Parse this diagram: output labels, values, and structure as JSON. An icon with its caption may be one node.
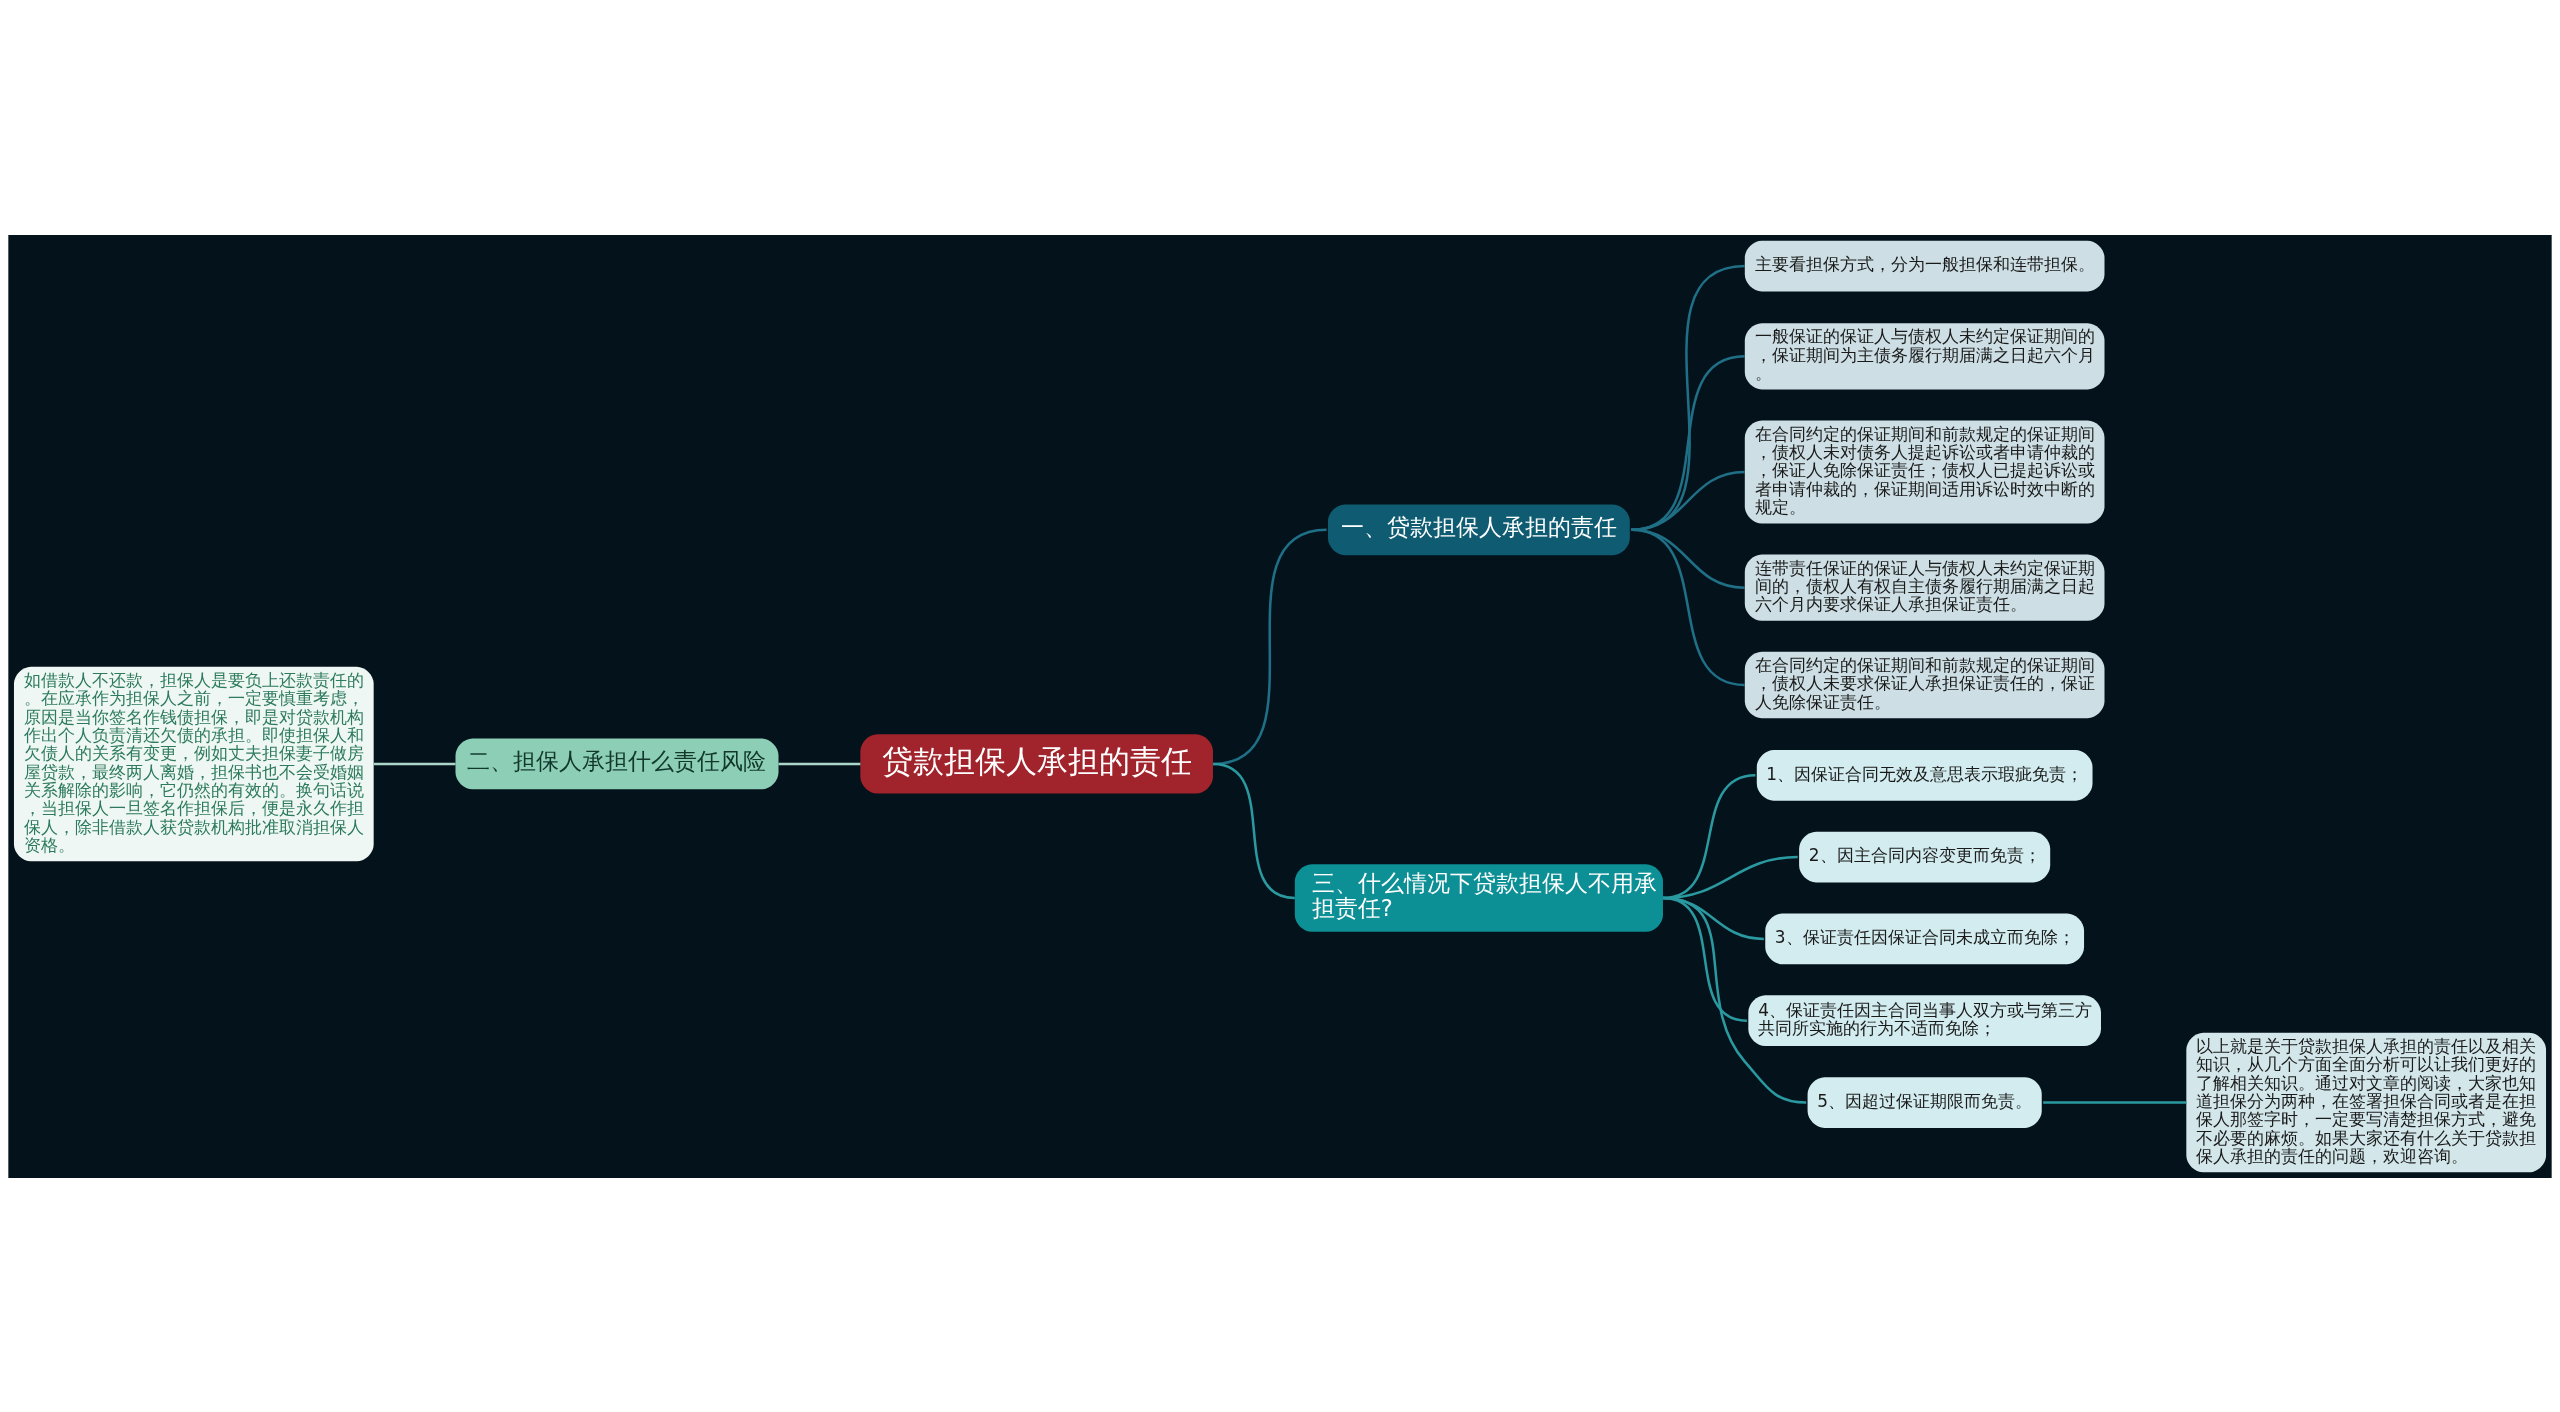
{
  "diagram": {
    "nodes": [
      {
        "text": [
          "贷款担保人承担的责任"
        ]
      },
      {
        "text": [
          "一、贷款担保人承担的责任"
        ]
      },
      {
        "text": [
          "主要看担保方式，分为一般担保和连带担保。"
        ]
      },
      {
        "text": [
          "一般保证的保证人与债权人未约定保证期间的，保证期间为主债务履行期届满之日起六个月。"
        ]
      },
      {
        "text": [
          "在合同约定的保证期间和前款规定的保证期间，债权人未对债务人提起诉讼或者申请仲裁的，保证人免除保证责任；债权人已提起诉讼或者申请仲裁的，保证期间适用诉讼时效中断的规定。"
        ]
      },
      {
        "text": [
          "连带责任保证的保证人与债权人未约定保证期间的，债权人有权自主债务履行期届满之日起六个月内要求保证人承担保证责任。"
        ]
      },
      {
        "text": [
          "在合同约定的保证期间和前款规定的保证期间，债权人未要求保证人承担保证责任的，保证人免除保证责任。"
        ]
      },
      {
        "text": [
          "二、担保人承担什么责任风险"
        ]
      },
      {
        "text": [
          "如借款人不还款，担保人是要负上还款责任的。在应承作为担保人之前，一定要慎重考虑，原因是当你签名作钱债担保，即是对贷款机构作出个人负责清还欠债的承担。即使担保人和欠债人的关系有变更，例如丈夫担保妻子做房屋贷款，最终两人离婚，担保书也不会受婚姻关系解除的影响，它仍然的有效的。换句话说，当担保人一旦签名作担保后，便是永久作担保人，除非借款人获贷款机构批准取消担保人资格。"
        ]
      },
      {
        "text": [
          "三、什么情况下贷款担保人不用承担责任?"
        ]
      },
      {
        "text": [
          "1、因保证合同无效及意思表示瑕疵免责；"
        ]
      },
      {
        "text": [
          "2、因主合同内容变更而免责；"
        ]
      },
      {
        "text": [
          "3、保证责任因保证合同未成立而免除；"
        ]
      },
      {
        "text": [
          "4、保证责任因主合同当事人双方或与第三方共同所实施的行为不适而免除；"
        ]
      },
      {
        "text": [
          "5、因超过保证期限而免责。"
        ]
      },
      {
        "text": [
          "以上就是关于贷款担保人承担的责任以及相关知识，从几个方面全面分析可以让我们更好的了解相关知识。通过对文章的阅读，大家也知道担保分为两种，在签署担保合同或者是在担保人那签字时，一定要写清楚担保方式，避免不必要的麻烦。如果大家还有什么关于贷款担保人承担的责任的问题，欢迎咨询。"
        ]
      }
    ],
    "edges": [
      {
        "from": 0,
        "to": 1,
        "arrow": "none",
        "color": "#1f6f86"
      },
      {
        "from": 1,
        "to": 2,
        "arrow": "none",
        "color": "#1f6f86"
      },
      {
        "from": 1,
        "to": 3,
        "arrow": "none",
        "color": "#1f6f86"
      },
      {
        "from": 1,
        "to": 4,
        "arrow": "none",
        "color": "#1f6f86"
      },
      {
        "from": 1,
        "to": 5,
        "arrow": "none",
        "color": "#1f6f86"
      },
      {
        "from": 1,
        "to": 6,
        "arrow": "none",
        "color": "#1f6f86"
      },
      {
        "from": 7,
        "to": 0,
        "arrow": "none",
        "color": "#a9d6c6"
      },
      {
        "from": 8,
        "to": 7,
        "arrow": "none",
        "color": "#a9d6c6"
      },
      {
        "from": 0,
        "to": 9,
        "arrow": "none"
      },
      {
        "from": 9,
        "to": 10,
        "arrow": "none"
      },
      {
        "from": 9,
        "to": 11,
        "arrow": "none"
      },
      {
        "from": 9,
        "to": 12,
        "arrow": "none"
      },
      {
        "from": 9,
        "to": 13,
        "arrow": "none"
      },
      {
        "from": 9,
        "to": 14,
        "arrow": "none"
      },
      {
        "from": 14,
        "to": 15,
        "arrow": "none"
      }
    ]
  }
}
